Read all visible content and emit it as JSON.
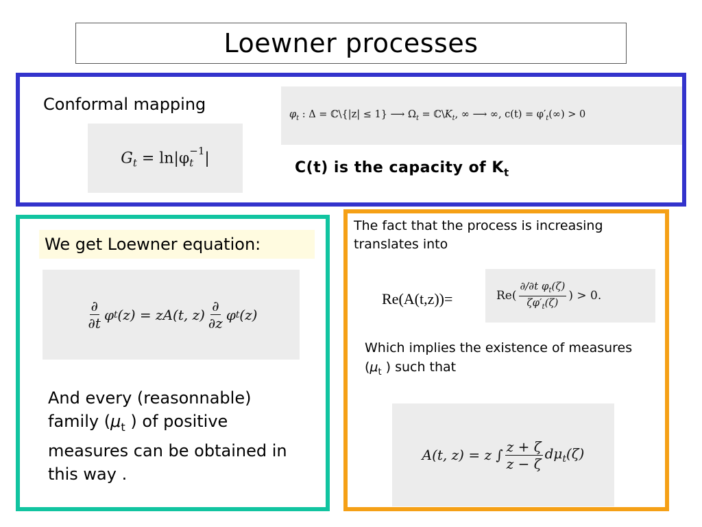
{
  "slide": {
    "title": "Loewner processes",
    "colors": {
      "blue_frame": "#3333cc",
      "green_frame": "#11c4a0",
      "orange_frame": "#f5a016",
      "highlight": "#fffbe0"
    }
  },
  "top": {
    "label": "Conformal mapping",
    "capacity_text": "C(t) is the capacity of K",
    "capacity_sub": "t",
    "formula_map": {
      "phi": "φ",
      "t": "t",
      "part1": " : Δ = ℂ\\{|z| ≤ 1} ⟶ Ω",
      "part2": " = ℂ\\",
      "K": "K",
      "part3": ",  ∞ ⟶ ∞,  c(t) = φ′",
      "part4": "(∞) > 0"
    },
    "formula_green": {
      "G": "G",
      "t": "t",
      "eq": " = ln|φ",
      "sup": "−1",
      "close": "|"
    }
  },
  "left": {
    "label": "We get Loewner equation:",
    "equation": {
      "partial": "∂",
      "dt": "∂t",
      "lhs": "φ",
      "t": "t",
      "lhs_arg": "(z) = zA(t, z)",
      "dz": "∂z",
      "rhs": "φ",
      "rhs_arg": "(z)"
    },
    "family_text_1": "And every (reasonnable) family  (",
    "family_mu": "μ",
    "family_sub": "t",
    "family_text_2": " ) of positive measures can be obtained in this way ."
  },
  "right": {
    "fact_text": "The fact that the process is increasing translates into",
    "re_label": "Re(A(t,z))=",
    "re_formula": {
      "re": "Re(",
      "num": "∂/∂t φ",
      "num_sub": "t",
      "num_arg": "(ζ)",
      "den": "ζφ′",
      "den_sub": "t",
      "den_arg": "(ζ)",
      "tail": ") > 0."
    },
    "implies_text_1": "Which implies the existence of measures (",
    "implies_mu": "μ",
    "implies_sub": "t",
    "implies_text_2": " ) such that",
    "integral_formula": {
      "lhs": "A(t, z) = z ∫",
      "num": "z + ζ",
      "den": "z − ζ",
      "d": "dμ",
      "d_sub": "t",
      "d_arg": "(ζ)"
    }
  }
}
